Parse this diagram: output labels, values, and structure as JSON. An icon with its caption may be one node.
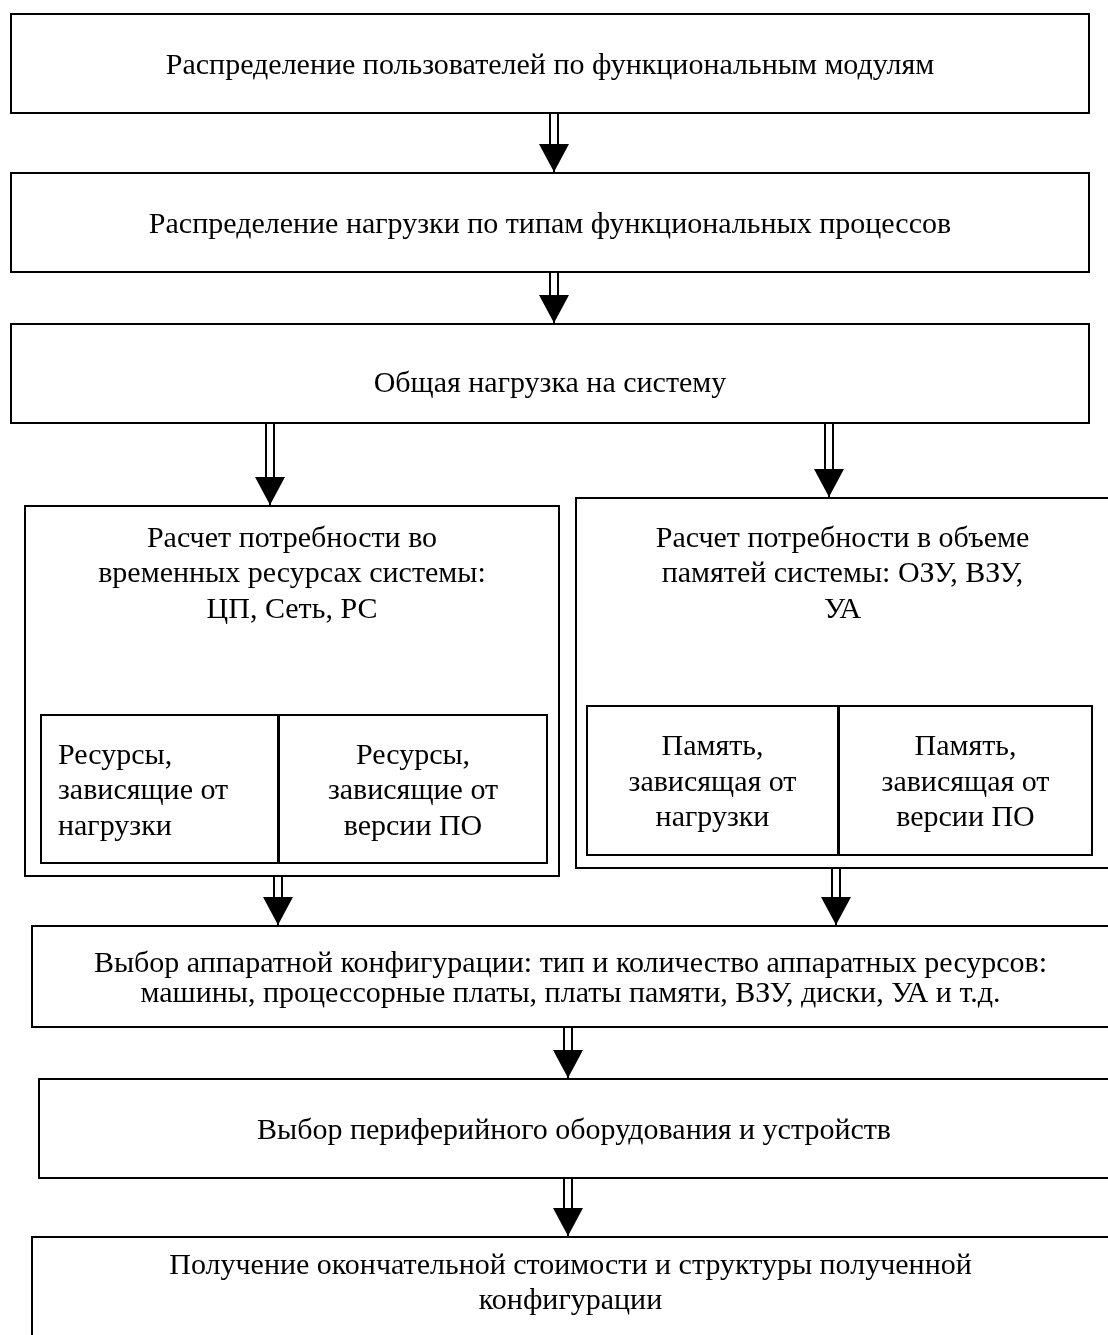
{
  "diagram": {
    "nodes": [
      {
        "text": [
          "Распределение пользователей по функциональным модулям"
        ]
      },
      {
        "text": [
          "Распределение нагрузки по типам функциональных процессов"
        ]
      },
      {
        "text": [
          "Общая нагрузка на систему"
        ]
      },
      {
        "text": [
          "Расчет потребности во временных ресурсах системы: ЦП, Сеть, РС"
        ]
      },
      {
        "text": [
          "Ресурсы, зависящие от нагрузки"
        ],
        "in": 3
      },
      {
        "text": [
          "Ресурсы, зависящие от версии ПО"
        ],
        "in": 3
      },
      {
        "text": [
          "Расчет потребности в объеме памятей системы: ОЗУ, ВЗУ, УА"
        ]
      },
      {
        "text": [
          "Память, зависящая от нагрузки"
        ],
        "in": 6
      },
      {
        "text": [
          "Память, зависящая от версии ПО"
        ],
        "in": 6
      },
      {
        "text": [
          "Выбор аппаратной конфигурации: тип и количество аппаратных ресурсов: машины, процессорные платы, платы памяти, ВЗУ, диски, УА и т.д."
        ]
      },
      {
        "text": [
          "Выбор периферийного оборудования и устройств"
        ]
      },
      {
        "text": [
          "Получение окончательной стоимости и структуры полученной конфигурации"
        ]
      }
    ],
    "edges": [
      {
        "from": 0,
        "to": 1,
        "arrow": "to"
      },
      {
        "from": 1,
        "to": 2,
        "arrow": "to"
      },
      {
        "from": 2,
        "to": 3,
        "arrow": "to"
      },
      {
        "from": 2,
        "to": 6,
        "arrow": "to"
      },
      {
        "from": 3,
        "to": 9,
        "arrow": "to"
      },
      {
        "from": 6,
        "to": 9,
        "arrow": "to"
      },
      {
        "from": 9,
        "to": 10,
        "arrow": "to"
      },
      {
        "from": 10,
        "to": 11,
        "arrow": "to"
      }
    ]
  }
}
